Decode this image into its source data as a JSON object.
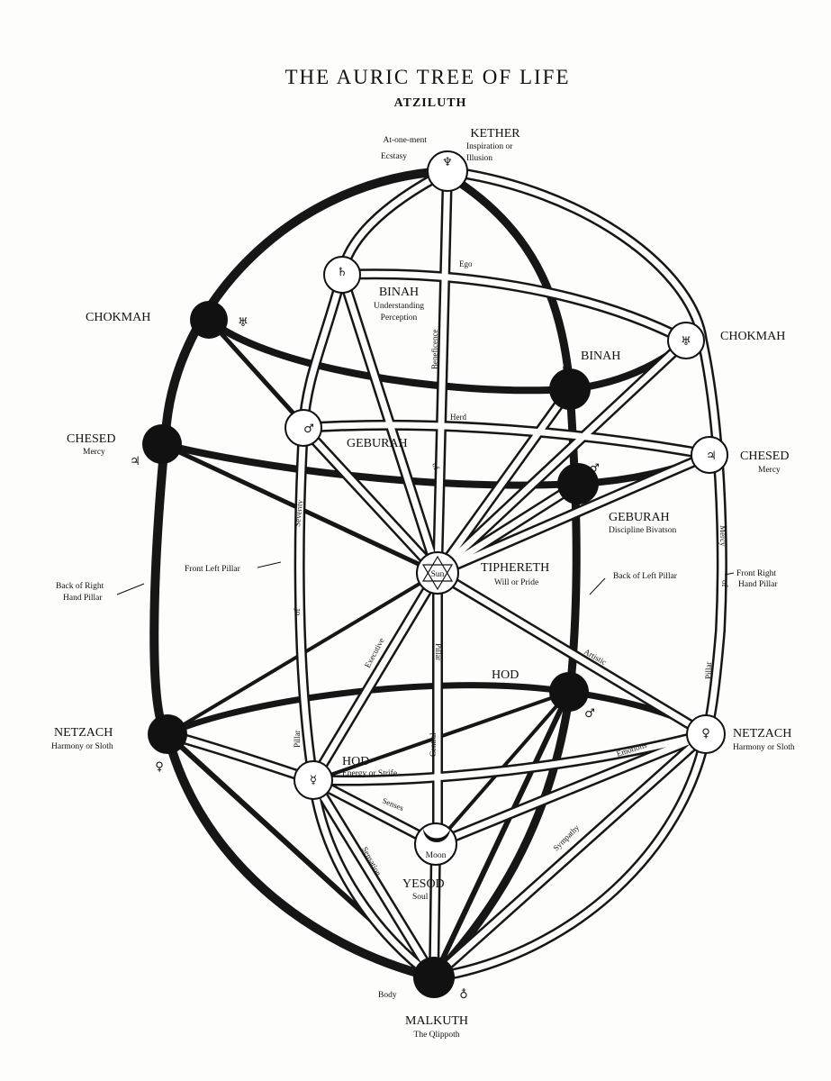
{
  "title": "THE AURIC TREE OF LIFE",
  "subtitle": "ATZILUTH",
  "nodes": {
    "kether": {
      "name": "KETHER",
      "line1": "Inspiration or",
      "line2": "Illusion",
      "left1": "At-one-ment",
      "left2": "Ecstasy",
      "glyph": "♆"
    },
    "binah_front": {
      "name": "BINAH",
      "line1": "Understanding",
      "line2": "Perception",
      "glyph": "♄"
    },
    "chokmah_back": {
      "name": "CHOKMAH",
      "glyph": "♅"
    },
    "chokmah_front": {
      "name": "CHOKMAH",
      "glyph": "♅"
    },
    "binah_back": {
      "name": "BINAH",
      "glyph": "♄"
    },
    "chesed_back": {
      "name": "CHESED",
      "line1": "Mercy",
      "glyph": "♃"
    },
    "geburah_front": {
      "name": "GEBURAH",
      "glyph": "♂"
    },
    "chesed_front": {
      "name": "CHESED",
      "line1": "Mercy",
      "glyph": "♃"
    },
    "geburah_back": {
      "name": "GEBURAH",
      "line1": "Discipline Bivatson",
      "glyph": "♂"
    },
    "tiphereth": {
      "name": "TIPHERETH",
      "line1": "Will or Pride",
      "inner": "Sun"
    },
    "hod_back": {
      "name": "HOD",
      "glyph": "♂"
    },
    "netzach_back": {
      "name": "NETZACH",
      "line1": "Harmony or Sloth",
      "glyph": "♀"
    },
    "netzach_front": {
      "name": "NETZACH",
      "line1": "Harmony or Sloth",
      "glyph": "♀"
    },
    "hod_front": {
      "name": "HOD",
      "line1": "Energy or Strife",
      "glyph": "☿"
    },
    "yesod": {
      "name": "YESOD",
      "line1": "Soul",
      "inner": "Moon"
    },
    "malkuth": {
      "name": "MALKUTH",
      "line1": "The Qlippoth",
      "left1": "Body",
      "glyph": "♁"
    }
  },
  "pillars": {
    "back_right": [
      "Back of Right",
      "Hand Pillar"
    ],
    "front_left": "Front Left Pillar",
    "back_left": "Back of Left Pillar",
    "front_right": [
      "Front Right",
      "Hand Pillar"
    ]
  },
  "paths": {
    "ego": "Ego",
    "herd": "Herd",
    "beneficence": "Beneficence",
    "severity": "Severity",
    "of_left": "of",
    "of_right": "of",
    "of_center": "of",
    "mercy": "Mercy",
    "pillar_left": "Pillar",
    "pillar_right": "Pillar",
    "pillar_center": "Pillar",
    "central": "Central",
    "executive": "Executive",
    "artistic": "Artistic",
    "emotions": "Emotions",
    "senses": "Senses",
    "sensation": "Sensation",
    "sympathy": "Sympathy"
  }
}
